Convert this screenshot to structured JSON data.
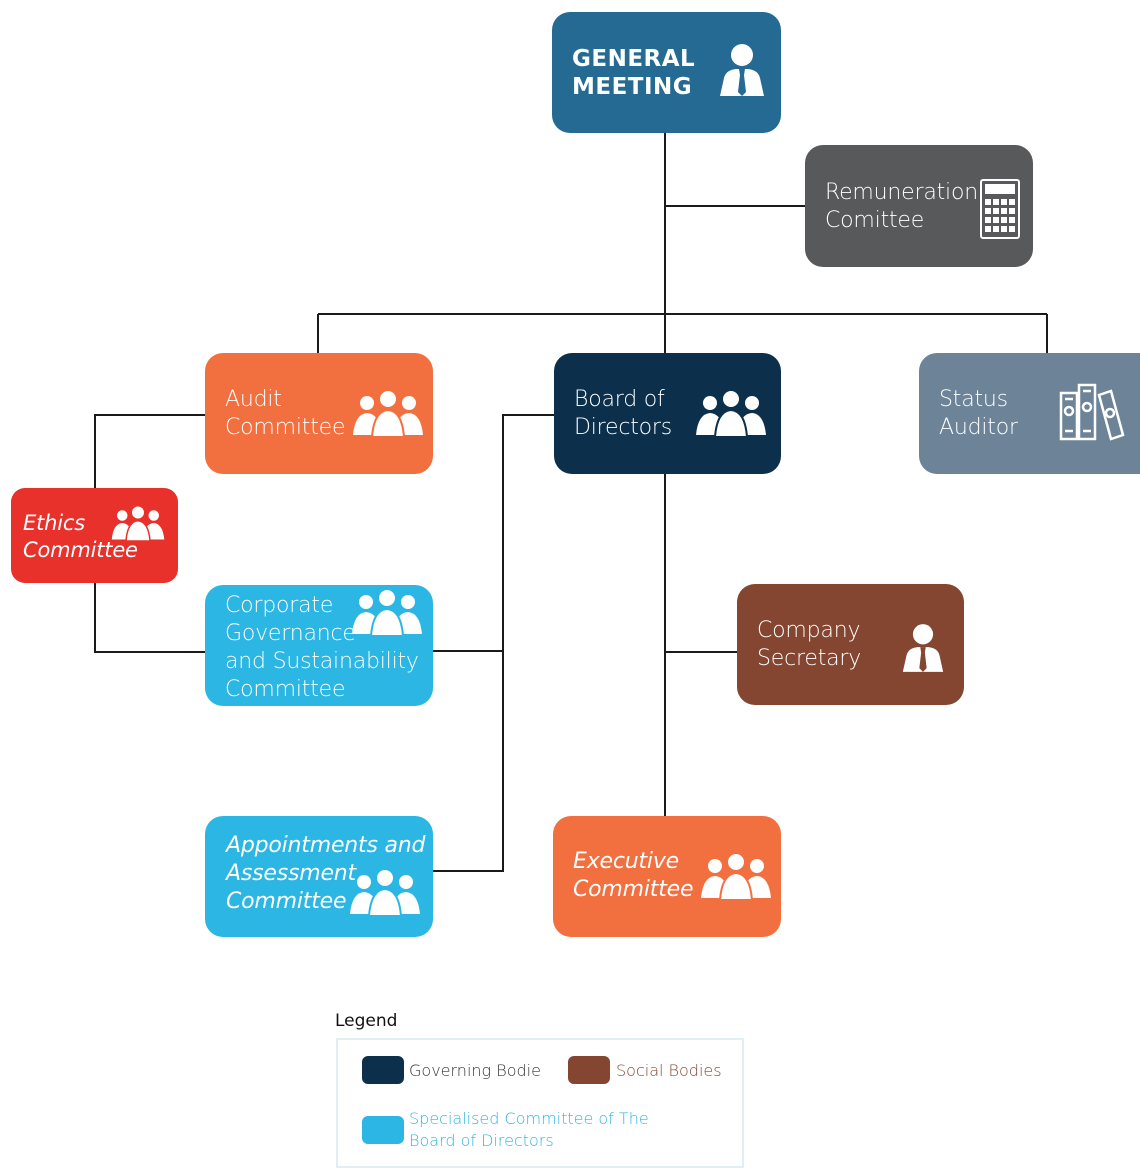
{
  "colors": {
    "general": "#256a93",
    "remuneration": "#58595b",
    "audit": "#f26f40",
    "board": "#0c304b",
    "status": "#6c8398",
    "ethics": "#e8312a",
    "specialised": "#2cb6e4",
    "secretary": "#844630",
    "executive": "#f26f40",
    "line": "#1a1a1a"
  },
  "nodes": {
    "general_meeting": "GENERAL\nMEETING",
    "remuneration": "Remuneration\nComittee",
    "audit": "Audit\nCommittee",
    "board": "Board of\nDirectors",
    "status_auditor": "Status\nAuditor",
    "ethics": "Ethics\nCommittee",
    "corporate": "Corporate\nGovernance\nand Sustainability\nCommittee",
    "secretary": "Company\nSecretary",
    "appointments": "Appointments and\nAssessment\nCommittee",
    "executive": "Executive\nCommittee"
  },
  "icons": {
    "general_meeting": "person-icon",
    "remuneration": "calculator-icon",
    "audit": "group-icon",
    "board": "group-icon",
    "status_auditor": "binders-icon",
    "ethics": "group-icon",
    "corporate": "group-icon",
    "secretary": "person-icon",
    "appointments": "group-icon",
    "executive": "group-icon"
  },
  "legend": {
    "title": "Legend",
    "governing": "Governing Bodie",
    "social": "Social Bodies",
    "specialised": "Specialised Committee of The\nBoard of Directors"
  }
}
